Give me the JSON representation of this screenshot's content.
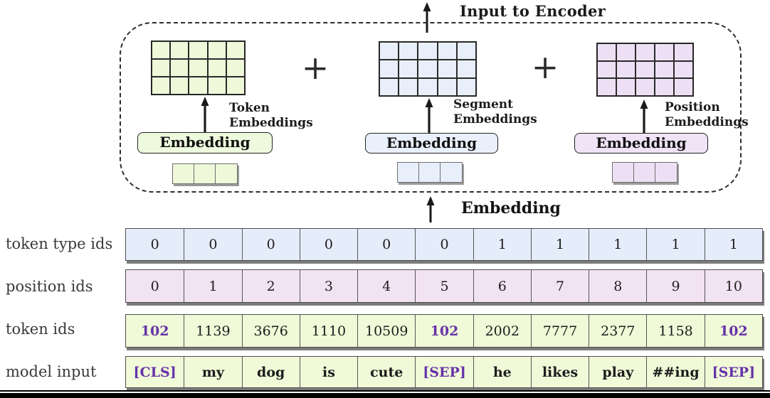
{
  "diagram": {
    "title": "Input to Encoder",
    "embedding_flow_label": "Embedding",
    "plus_sign": "+",
    "groups": [
      {
        "id": "token",
        "box_label": "Embedding",
        "arrow_label": [
          "Token",
          "Embeddings"
        ]
      },
      {
        "id": "segment",
        "box_label": "Embedding",
        "arrow_label": [
          "Segment",
          "Embeddings"
        ]
      },
      {
        "id": "position",
        "box_label": "Embedding",
        "arrow_label": [
          "Position",
          "Embeddings"
        ]
      }
    ]
  },
  "table": {
    "rows": [
      {
        "label": "token type ids",
        "values": [
          "0",
          "0",
          "0",
          "0",
          "0",
          "0",
          "1",
          "1",
          "1",
          "1",
          "1"
        ],
        "highlight_indices": []
      },
      {
        "label": "position ids",
        "values": [
          "0",
          "1",
          "2",
          "3",
          "4",
          "5",
          "6",
          "7",
          "8",
          "9",
          "10"
        ],
        "highlight_indices": []
      },
      {
        "label": "token ids",
        "values": [
          "102",
          "1139",
          "3676",
          "1110",
          "10509",
          "102",
          "2002",
          "7777",
          "2377",
          "1158",
          "102"
        ],
        "highlight_indices": [
          0,
          5,
          10
        ]
      },
      {
        "label": "model input",
        "values": [
          "[CLS]",
          "my",
          "dog",
          "is",
          "cute",
          "[SEP]",
          "he",
          "likes",
          "play",
          "##ing",
          "[SEP]"
        ],
        "highlight_indices": [
          0,
          5,
          10
        ]
      }
    ]
  },
  "colors": {
    "token_fill": "#eff9d9",
    "segment_fill": "#e8effb",
    "position_fill": "#eee0f4",
    "embed_box_token": "#eefade",
    "embed_box_segment": "#e9f0fc",
    "embed_box_position": "#f0e3f6",
    "row_token_type_ids": "#e5edfa",
    "row_position_ids": "#f2e3f3",
    "row_token_ids": "#f0f9d8",
    "row_model_input": "#f0f9d8",
    "highlight_text": "#6633a8"
  }
}
